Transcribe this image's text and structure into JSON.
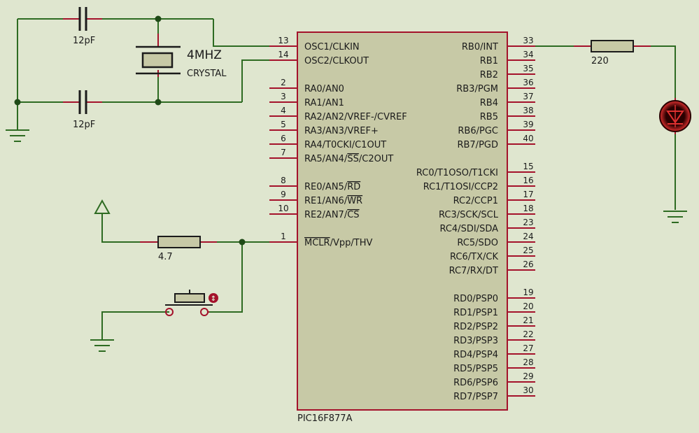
{
  "chip": {
    "part": "PIC16F877A",
    "left_pins": [
      {
        "num": "13",
        "name": "OSC1/CLKIN"
      },
      {
        "num": "14",
        "name": "OSC2/CLKOUT"
      },
      {
        "num": "2",
        "name": "RA0/AN0"
      },
      {
        "num": "3",
        "name": "RA1/AN1"
      },
      {
        "num": "4",
        "name": "RA2/AN2/VREF-/CVREF"
      },
      {
        "num": "5",
        "name": "RA3/AN3/VREF+"
      },
      {
        "num": "6",
        "name": "RA4/T0CKI/C1OUT"
      },
      {
        "num": "7",
        "name": "RA5/AN4/SS/C2OUT"
      },
      {
        "num": "8",
        "name": "RE0/AN5/RD"
      },
      {
        "num": "9",
        "name": "RE1/AN6/WR"
      },
      {
        "num": "10",
        "name": "RE2/AN7/CS"
      },
      {
        "num": "1",
        "name": "MCLR/Vpp/THV"
      }
    ],
    "right_pins": [
      {
        "num": "33",
        "name": "RB0/INT"
      },
      {
        "num": "34",
        "name": "RB1"
      },
      {
        "num": "35",
        "name": "RB2"
      },
      {
        "num": "36",
        "name": "RB3/PGM"
      },
      {
        "num": "37",
        "name": "RB4"
      },
      {
        "num": "38",
        "name": "RB5"
      },
      {
        "num": "39",
        "name": "RB6/PGC"
      },
      {
        "num": "40",
        "name": "RB7/PGD"
      },
      {
        "num": "15",
        "name": "RC0/T1OSO/T1CKI"
      },
      {
        "num": "16",
        "name": "RC1/T1OSI/CCP2"
      },
      {
        "num": "17",
        "name": "RC2/CCP1"
      },
      {
        "num": "18",
        "name": "RC3/SCK/SCL"
      },
      {
        "num": "23",
        "name": "RC4/SDI/SDA"
      },
      {
        "num": "24",
        "name": "RC5/SDO"
      },
      {
        "num": "25",
        "name": "RC6/TX/CK"
      },
      {
        "num": "26",
        "name": "RC7/RX/DT"
      },
      {
        "num": "19",
        "name": "RD0/PSP0"
      },
      {
        "num": "20",
        "name": "RD1/PSP1"
      },
      {
        "num": "21",
        "name": "RD2/PSP2"
      },
      {
        "num": "22",
        "name": "RD3/PSP3"
      },
      {
        "num": "27",
        "name": "RD4/PSP4"
      },
      {
        "num": "28",
        "name": "RD5/PSP5"
      },
      {
        "num": "29",
        "name": "RD6/PSP6"
      },
      {
        "num": "30",
        "name": "RD7/PSP7"
      }
    ]
  },
  "crystal": {
    "value": "4MHZ",
    "type": "CRYSTAL"
  },
  "cap_top": {
    "value": "12pF"
  },
  "cap_bottom": {
    "value": "12pF"
  },
  "res_led": {
    "value": "220"
  },
  "res_mclr": {
    "value": "4.7"
  },
  "colors": {
    "background": "#dfe6cf",
    "chip_fill": "#c7c9a6",
    "chip_border": "#a4122b",
    "wire": "#2e6b22",
    "component": "#a4122b",
    "junction": "#1f4a17",
    "text": "#1b1b1b",
    "led_body": "#2a0000",
    "led_glow": "#e03030"
  }
}
